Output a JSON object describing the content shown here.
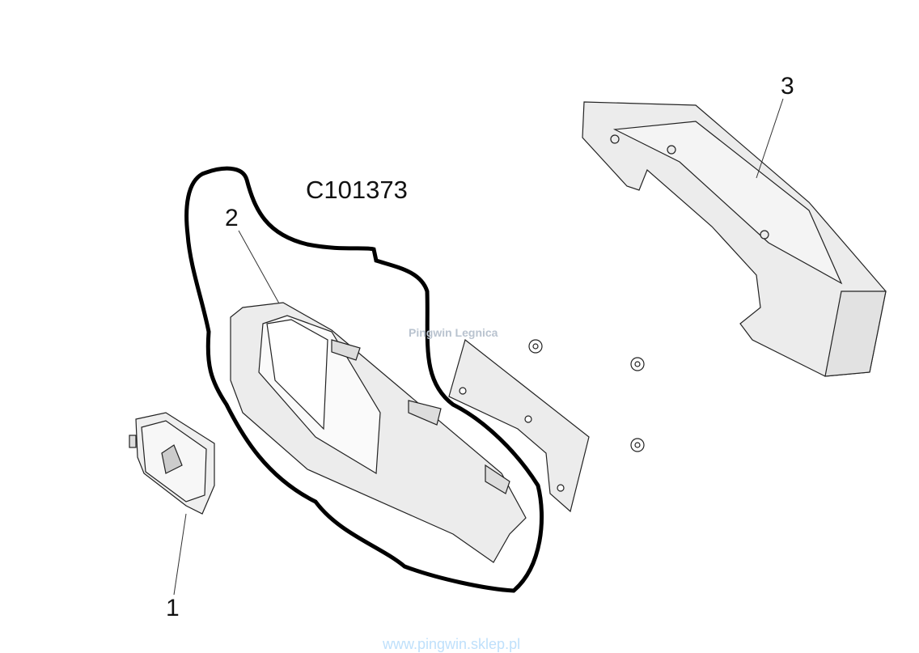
{
  "diagram": {
    "part_code": "C101373",
    "callouts": [
      "1",
      "2",
      "3"
    ],
    "watermark": "Pingwin Legnica",
    "footer_url": "www.pingwin.sklep.pl"
  }
}
